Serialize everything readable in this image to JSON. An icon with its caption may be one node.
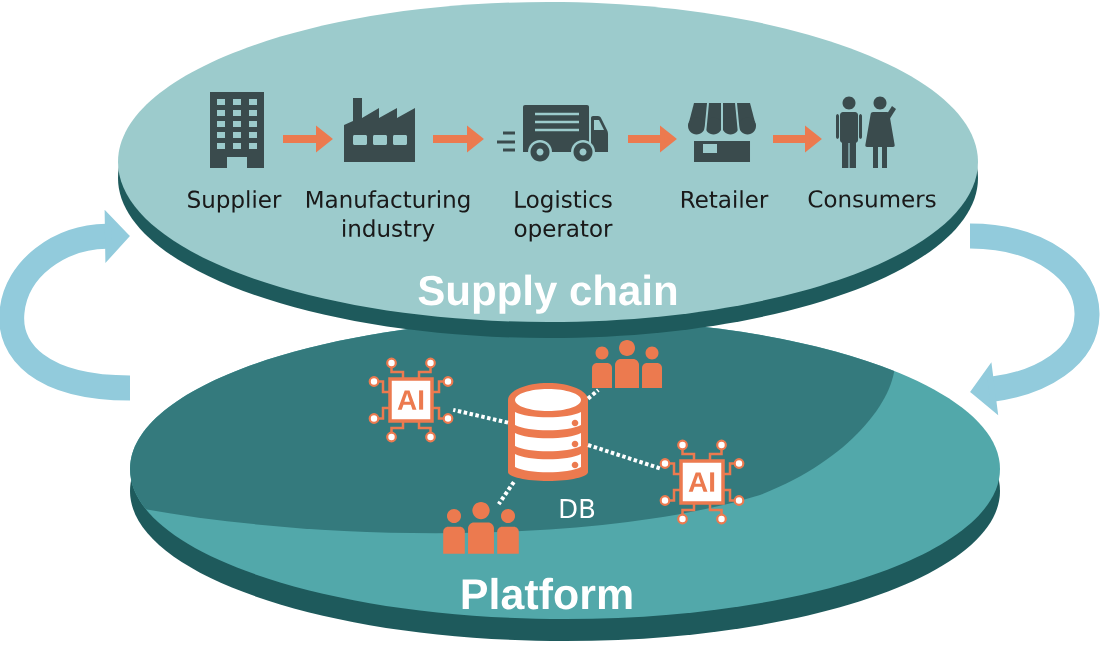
{
  "diagram": {
    "nodes": [
      {
        "text": [
          "Supply chain"
        ]
      },
      {
        "text": [
          "Supplier"
        ],
        "in": 0
      },
      {
        "text": [
          "Manufacturing industry"
        ],
        "in": 0
      },
      {
        "text": [
          "Logistics operator"
        ],
        "in": 0
      },
      {
        "text": [
          "Retailer"
        ],
        "in": 0
      },
      {
        "text": [
          "Consumers"
        ],
        "in": 0
      },
      {
        "text": [
          "Platform"
        ]
      },
      {
        "text": [
          "AI"
        ],
        "in": 6
      },
      {
        "text": [],
        "shape": "person",
        "in": 6
      },
      {
        "text": [],
        "shape": "cylinder",
        "beside": [
          "DB"
        ],
        "in": 6
      },
      {
        "text": [
          "AI"
        ],
        "in": 6
      },
      {
        "text": [],
        "shape": "person",
        "in": 6
      }
    ],
    "edges": [
      {
        "from": 1,
        "to": 2,
        "arrow": "to"
      },
      {
        "from": 2,
        "to": 3,
        "arrow": "to"
      },
      {
        "from": 3,
        "to": 4,
        "arrow": "to"
      },
      {
        "from": 4,
        "to": 5,
        "arrow": "to"
      },
      {
        "from": 9,
        "to": 7,
        "arrow": "none",
        "style": "dashed",
        "color": "#ffffff"
      },
      {
        "from": 9,
        "to": 8,
        "arrow": "none",
        "style": "dashed",
        "color": "#ffffff"
      },
      {
        "from": 9,
        "to": 10,
        "arrow": "none",
        "style": "dashed",
        "color": "#ffffff"
      },
      {
        "from": 9,
        "to": 11,
        "arrow": "none",
        "style": "dashed",
        "color": "#ffffff"
      },
      {
        "from": 6,
        "to": 0,
        "arrow": "to",
        "style": "thick",
        "color": "#92cbdc"
      },
      {
        "from": 0,
        "to": 6,
        "arrow": "to",
        "style": "thick",
        "color": "#92cbdc"
      }
    ]
  }
}
